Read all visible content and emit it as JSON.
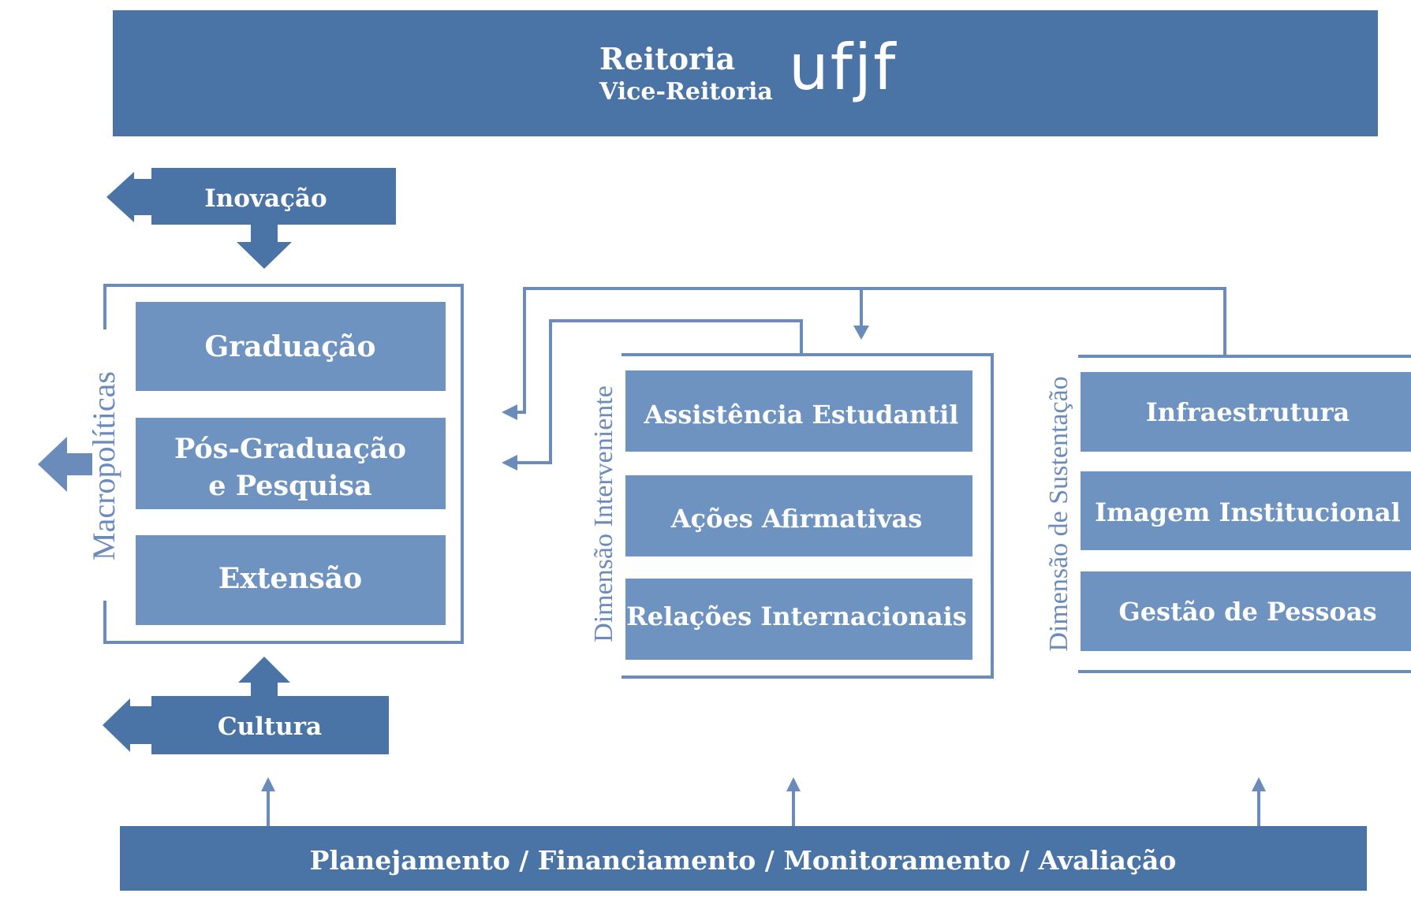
{
  "colors": {
    "dark_blue": "#4a73a6",
    "box_blue": "#6f93c0",
    "line_blue": "#6b8cbb",
    "text": "#ffffff"
  },
  "header": {
    "title": "Reitoria",
    "subtitle": "Vice-Reitoria",
    "logo_text": "ufjf"
  },
  "inovacao_label": "Inovação",
  "cultura_label": "Cultura",
  "macropoliticas": {
    "label": "Macropolíticas",
    "items": [
      "Graduação",
      "Pós-Graduação",
      "e Pesquisa",
      "Extensão"
    ]
  },
  "dimensao_interveniente": {
    "label": "Dimensão Interveniente",
    "items": [
      "Assistência Estudantil",
      "Ações Afirmativas",
      "Relações Internacionais"
    ]
  },
  "dimensao_sustentacao": {
    "label": "Dimensão de Sustentação",
    "items": [
      "Infraestrutura",
      "Imagem Institucional",
      "Gestão de Pessoas"
    ]
  },
  "footer": {
    "label": "Planejamento / Financiamento / Monitoramento / Avaliação"
  }
}
